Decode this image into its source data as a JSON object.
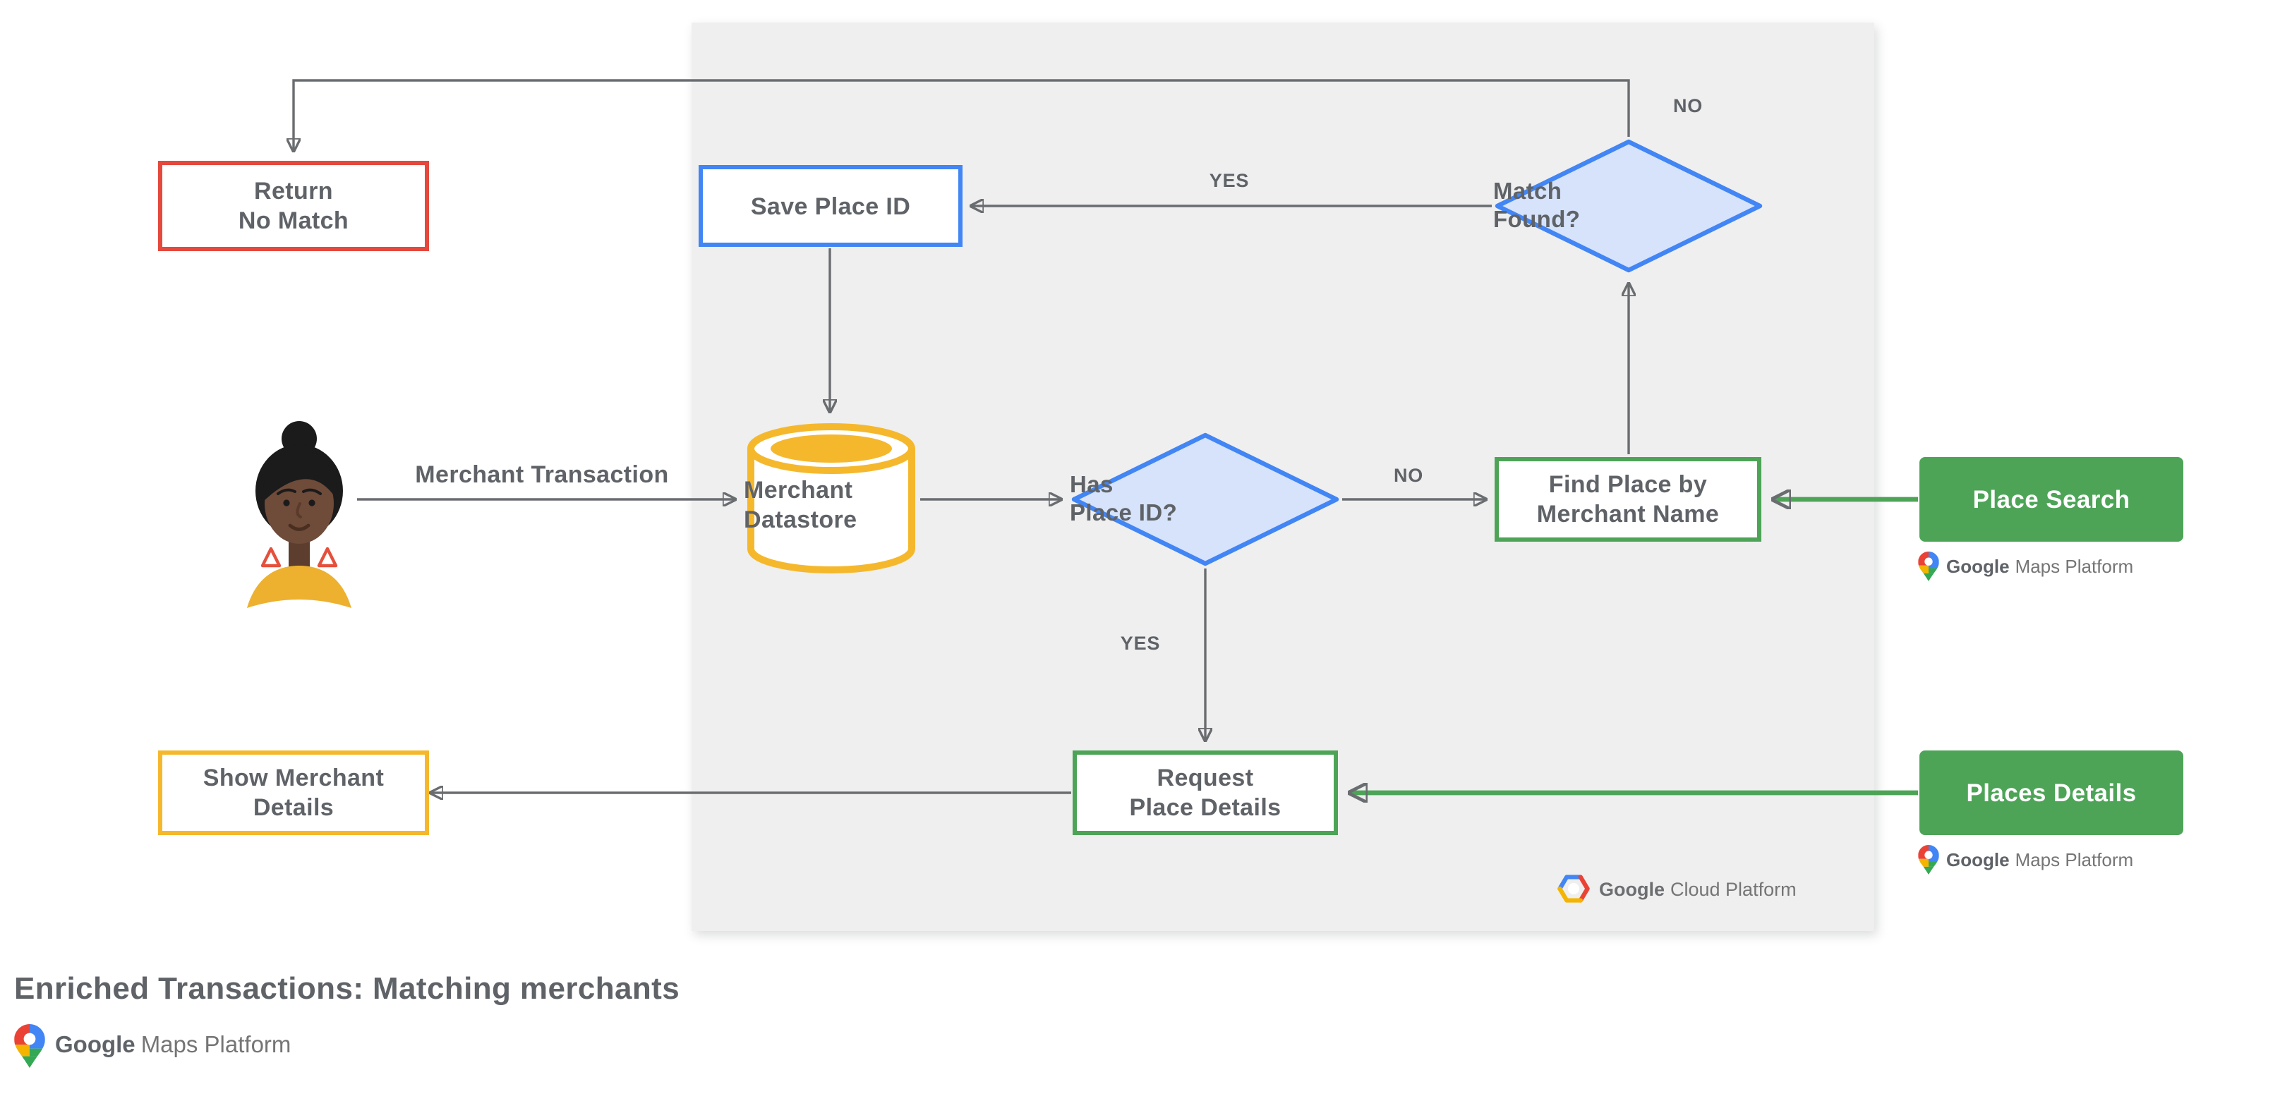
{
  "title": "Enriched Transactions: Matching merchants",
  "colors": {
    "red": "#e5493d",
    "blue": "#4285f4",
    "blue_fill": "#d6e3fb",
    "yellow": "#f5b82d",
    "green": "#4da457",
    "panel_gray": "#efefef",
    "text_gray": "#5f6368",
    "arrow_gray": "#6a6d70",
    "logo_gray": "#757575"
  },
  "actor": {
    "description": "merchant-customer-avatar",
    "edge_label": "Merchant Transaction"
  },
  "nodes": {
    "return_no_match": {
      "line1": "Return",
      "line2": "No Match"
    },
    "save_place_id": {
      "line1": "Save Place ID"
    },
    "match_found": {
      "line1": "Match",
      "line2": "Found?"
    },
    "merchant_datastore": {
      "line1": "Merchant",
      "line2": "Datastore"
    },
    "has_place_id": {
      "line1": "Has",
      "line2": "Place ID?"
    },
    "find_place": {
      "line1": "Find Place by",
      "line2": "Merchant Name"
    },
    "place_search": {
      "line1": "Place Search"
    },
    "request_place_details": {
      "line1": "Request",
      "line2": "Place Details"
    },
    "places_details": {
      "line1": "Places Details"
    },
    "show_merchant_details": {
      "line1": "Show Merchant",
      "line2": "Details"
    }
  },
  "edge_labels": {
    "match_yes": "YES",
    "match_no": "NO",
    "has_no": "NO",
    "has_yes": "YES"
  },
  "logos": {
    "cloud_platform": {
      "brand": "Google",
      "product": "Cloud Platform"
    },
    "maps_platform": {
      "brand": "Google",
      "product": "Maps Platform"
    }
  }
}
